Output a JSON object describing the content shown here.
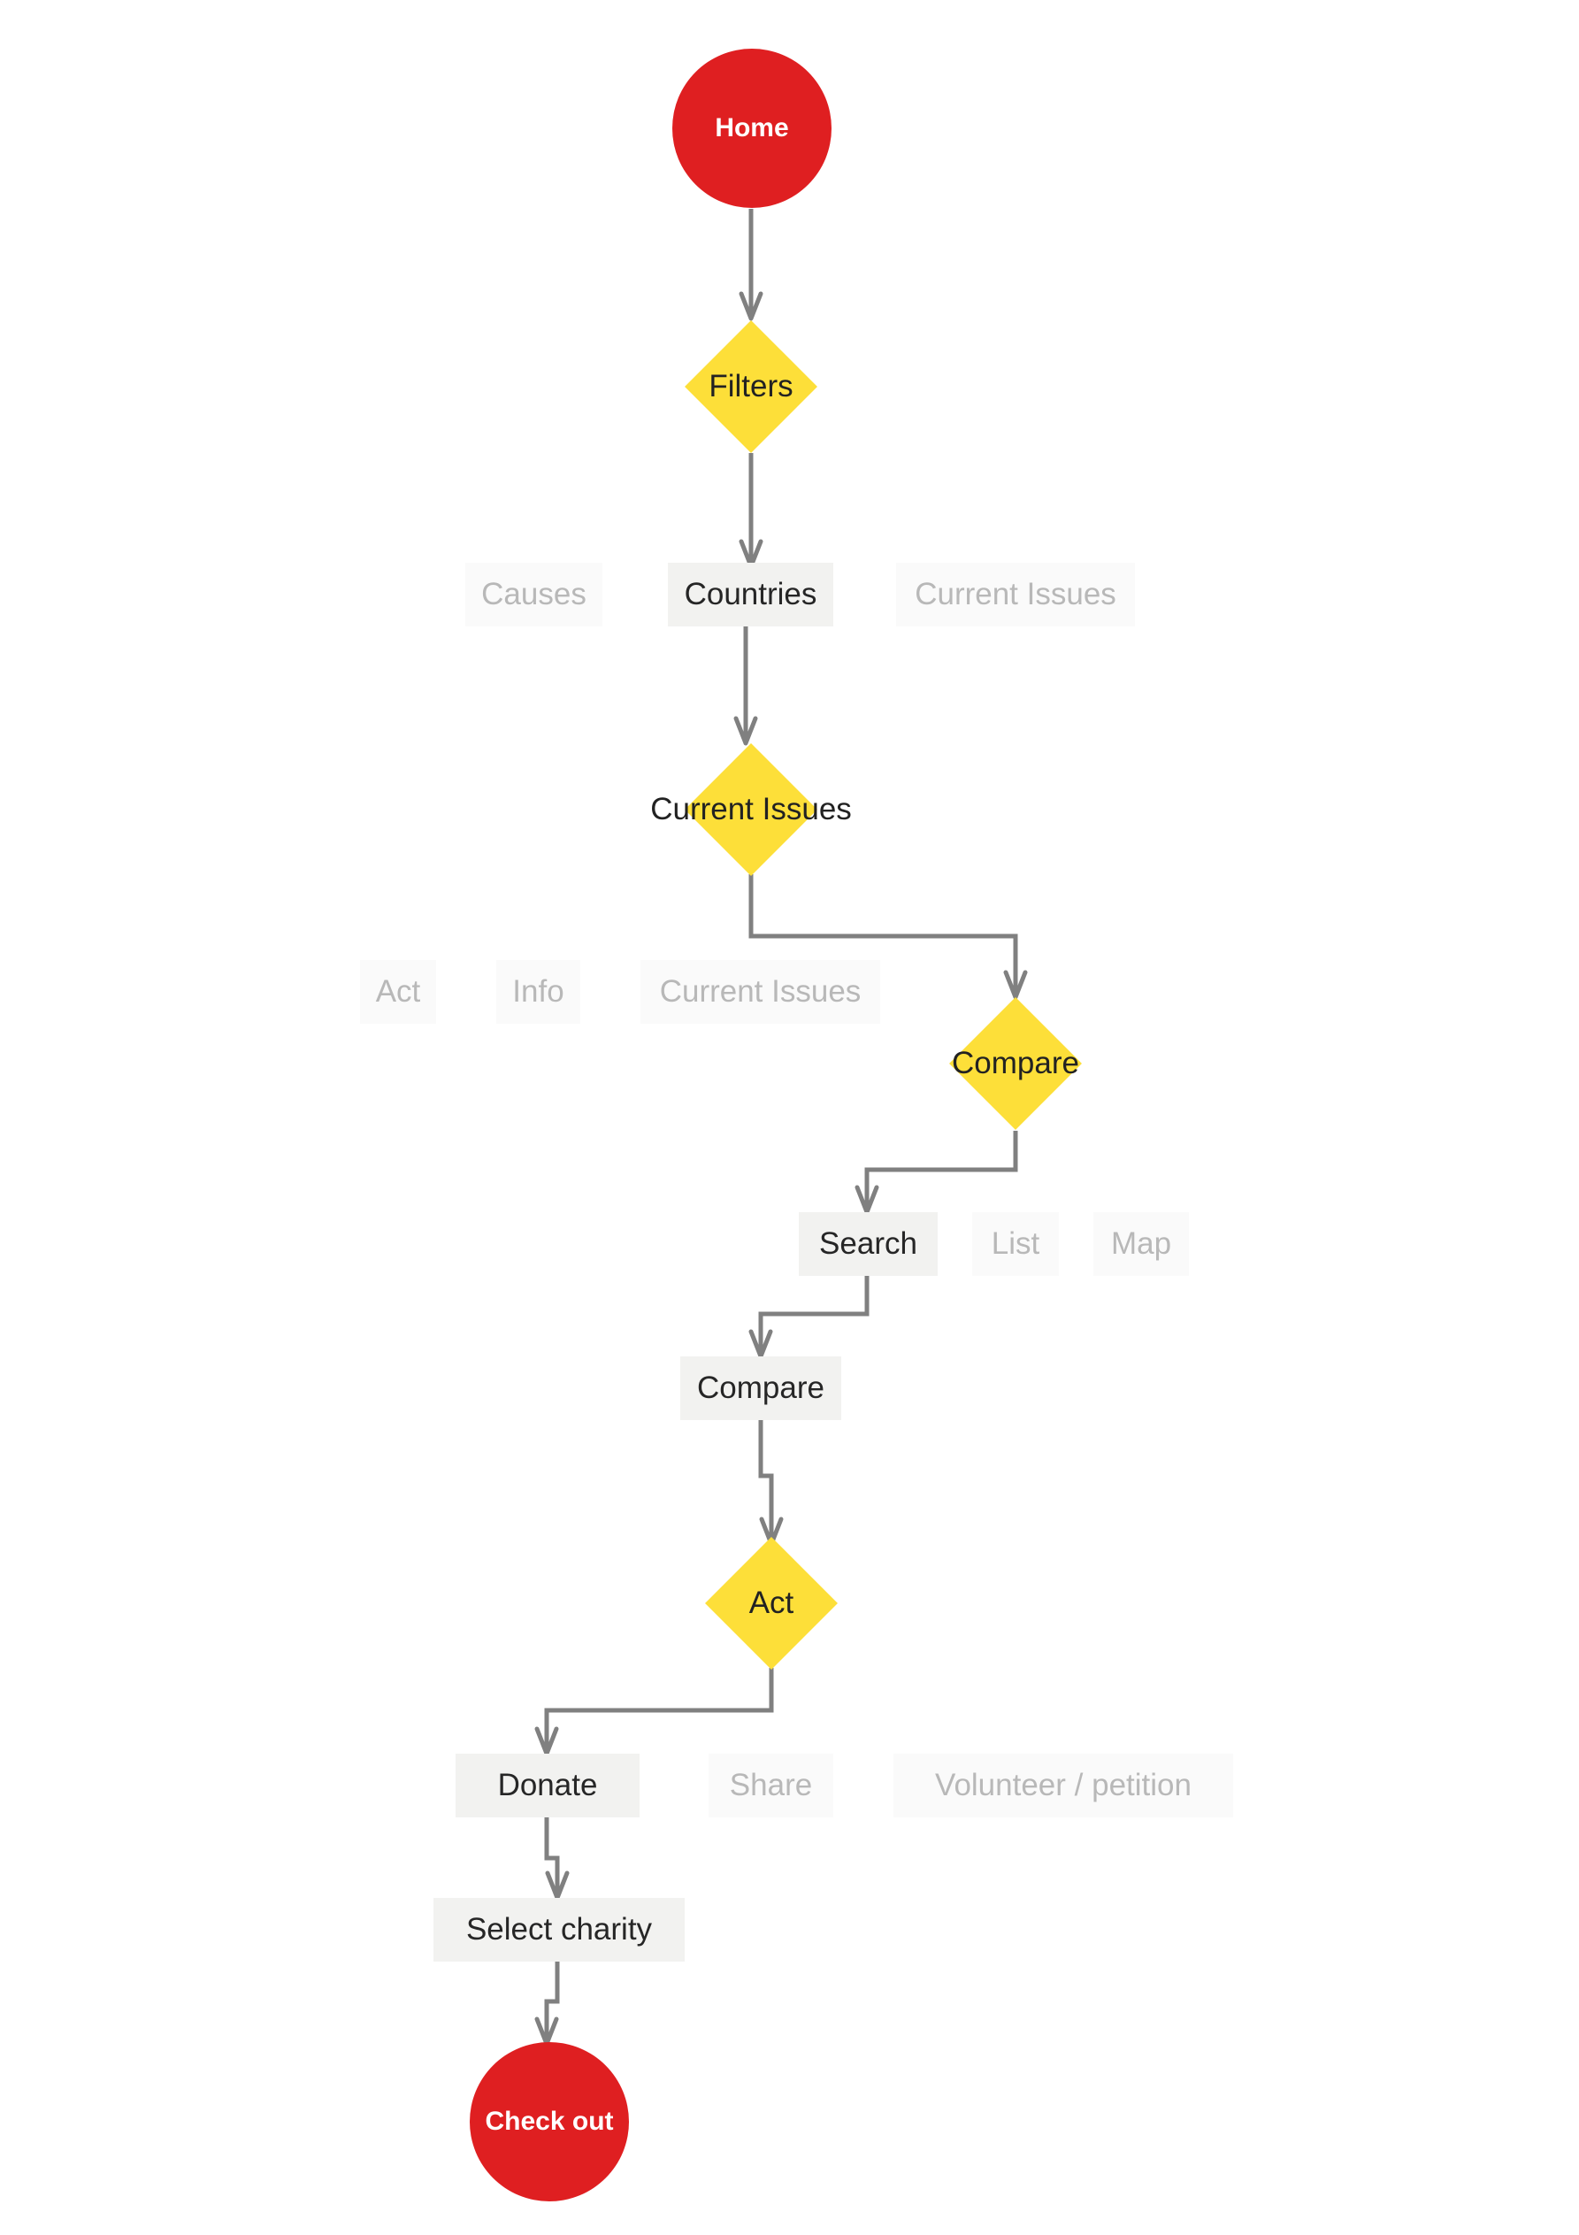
{
  "flow": {
    "start": "Home",
    "decisions": {
      "filters": "Filters",
      "current_issues": "Current Issues",
      "compare": "Compare",
      "act": "Act"
    },
    "filter_options": {
      "causes": "Causes",
      "countries": "Countries",
      "current_issues": "Current Issues"
    },
    "issue_options": {
      "act": "Act",
      "info": "Info",
      "current_issues": "Current Issues"
    },
    "compare_options": {
      "search": "Search",
      "list": "List",
      "map": "Map"
    },
    "compare_step": "Compare",
    "act_options": {
      "donate": "Donate",
      "share": "Share",
      "volunteer": "Volunteer / petition"
    },
    "select_charity": "Select charity",
    "end": "Check out"
  },
  "colors": {
    "terminal": "#DF1F21",
    "decision": "#FDDF39",
    "active_box": "#F2F2F0",
    "inactive_box": "#FAFAFA",
    "connector": "#808080"
  }
}
